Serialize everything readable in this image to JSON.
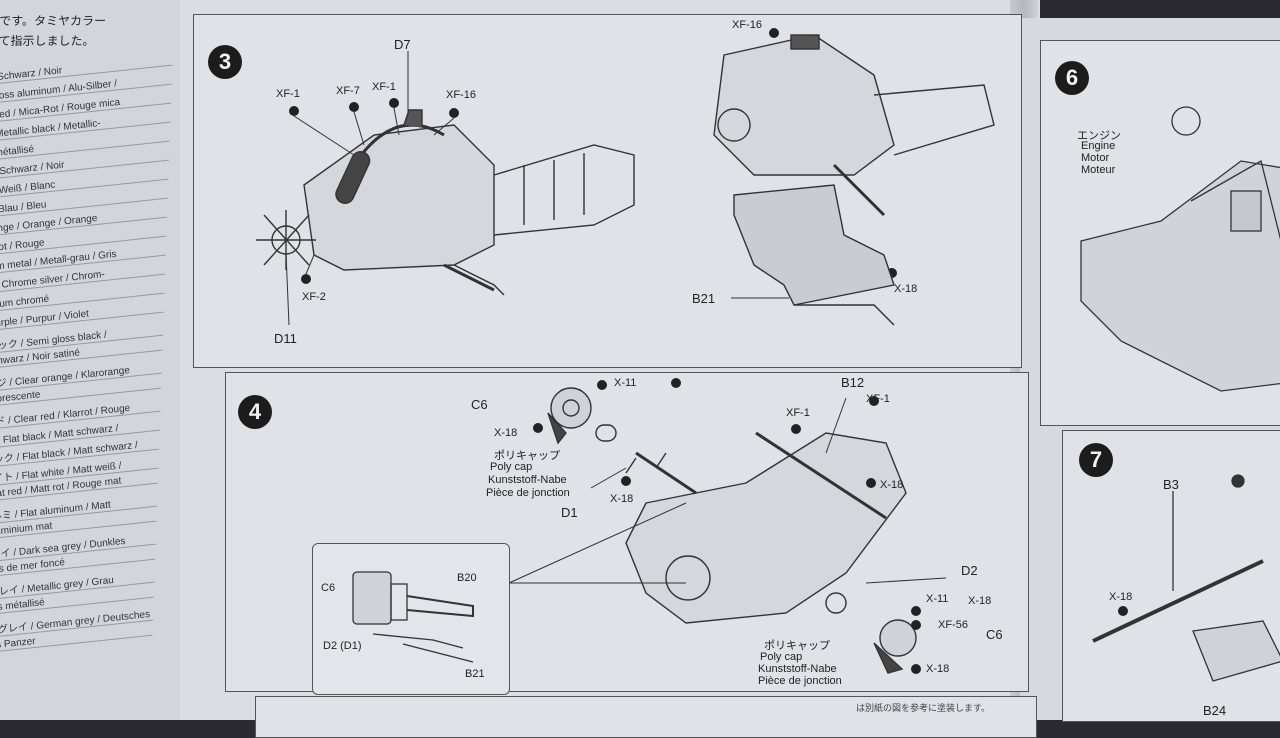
{
  "left_page": {
    "header": [
      "です。タミヤカラー",
      "て指示しました。"
    ],
    "colors": [
      "Schwarz / Noir",
      "loss aluminum / Alu-Silber /",
      "red / Mica-Rot / Rouge mica",
      "Metallic black / Metallic-",
      "métallisé",
      "/ Schwarz / Noir",
      "/ Weiß / Blanc",
      "/ Blau / Bleu",
      "ange / Orange / Orange",
      "Rot / Rouge",
      "um metal / Metall-grau / Gris",
      "- / Chrome silver / Chrom-",
      "inium chromé",
      "Purple / Purpur / Violet",
      "チック / Semi gloss black /",
      "schwarz / Noir satiné",
      "ンジ / Clear orange / Klarorange",
      "fluorescente",
      "ッド / Clear red / Klarrot / Rouge",
      "ブ / Flat black / Matt schwarz /",
      "ラック / Flat black / Matt schwarz /",
      "ワイト / Flat white / Matt weiß /",
      "/ Flat red / Matt rot / Rouge mat",
      "ナルミ / Flat aluminum / Matt",
      "/ Aluminium mat",
      "グレイ / Dark sea grey / Dunkles",
      "/ Gris de mer foncé",
      "クグレイ / Metallic grey / Grau",
      "/ Gris métallisé",
      "ャングレイ / German grey / Deutsches",
      "/ Gris Panzer"
    ]
  },
  "step3": {
    "number": "3",
    "labels": {
      "d7": "D7",
      "xf1_a": "XF-1",
      "xf7": "XF-7",
      "xf1_b": "XF-1",
      "xf16_a": "XF-16",
      "xf2": "XF-2",
      "d11": "D11",
      "xf16_b": "XF-16",
      "b21": "B21",
      "x18": "X-18"
    }
  },
  "step4": {
    "number": "4",
    "labels": {
      "c6_a": "C6",
      "x11_a": "X-11",
      "x18_a": "X-18",
      "b12": "B12",
      "xf1_a": "XF-1",
      "xf1_b": "XF-1",
      "x18_b": "X-18",
      "x18_c": "X-18",
      "d1": "D1",
      "d2": "D2",
      "x18_d": "X-18",
      "x11_b": "X-11",
      "xf56": "XF-56",
      "c6_b": "C6",
      "x18_e": "X-18"
    },
    "polycap_a": [
      "ポリキャップ",
      "Poly cap",
      "Kunststoff-Nabe",
      "Pièce de jonction"
    ],
    "polycap_b": [
      "ポリキャップ",
      "Poly cap",
      "Kunststoff-Nabe",
      "Pièce de jonction"
    ],
    "inset": {
      "c6": "C6",
      "b20": "B20",
      "d2d1": "D2 (D1)",
      "b21": "B21"
    }
  },
  "step6": {
    "number": "6",
    "engine_labels": [
      "エンジン",
      "Engine",
      "Motor",
      "Moteur"
    ]
  },
  "step7": {
    "number": "7",
    "labels": {
      "b3": "B3",
      "x18": "X-18",
      "b24": "B24"
    }
  },
  "footer_note": "は別紙の図を参考に塗装します。"
}
